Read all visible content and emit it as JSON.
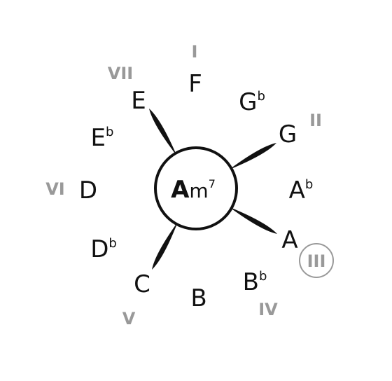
{
  "chord": {
    "root": "A",
    "quality": "m",
    "extension": "7"
  },
  "notes": [
    {
      "id": "f",
      "name": "F",
      "accidental": ""
    },
    {
      "id": "gb",
      "name": "G",
      "accidental": "b"
    },
    {
      "id": "g",
      "name": "G",
      "accidental": ""
    },
    {
      "id": "ab",
      "name": "A",
      "accidental": "b"
    },
    {
      "id": "a",
      "name": "A",
      "accidental": ""
    },
    {
      "id": "bb",
      "name": "B",
      "accidental": "b"
    },
    {
      "id": "b",
      "name": "B",
      "accidental": ""
    },
    {
      "id": "c",
      "name": "C",
      "accidental": ""
    },
    {
      "id": "db",
      "name": "D",
      "accidental": "b"
    },
    {
      "id": "d",
      "name": "D",
      "accidental": ""
    },
    {
      "id": "eb",
      "name": "E",
      "accidental": "b"
    },
    {
      "id": "e",
      "name": "E",
      "accidental": ""
    }
  ],
  "degrees": [
    {
      "id": "i",
      "label": "I",
      "circled": false
    },
    {
      "id": "ii",
      "label": "II",
      "circled": false
    },
    {
      "id": "iii",
      "label": "III",
      "circled": true
    },
    {
      "id": "iv",
      "label": "IV",
      "circled": false
    },
    {
      "id": "v",
      "label": "V",
      "circled": false
    },
    {
      "id": "vi",
      "label": "VI",
      "circled": false
    },
    {
      "id": "vii",
      "label": "VII",
      "circled": false
    }
  ],
  "chord_tones": [
    "a",
    "c",
    "e",
    "g"
  ],
  "colors": {
    "ink": "#111111",
    "degree": "#999999"
  }
}
